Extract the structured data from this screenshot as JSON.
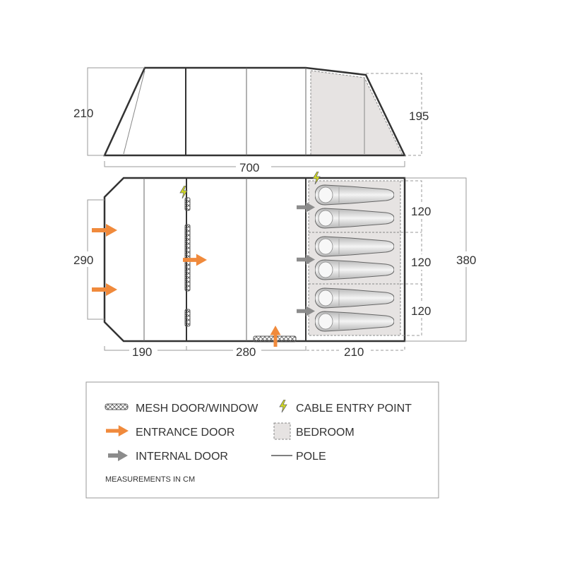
{
  "dimensions": {
    "side_height_left": "210",
    "side_height_right": "195",
    "overall_length": "700",
    "overall_width": "380",
    "living_width": "290",
    "bay_1_length": "190",
    "bay_2_length": "280",
    "bedroom_length": "210",
    "bedroom_1_width": "120",
    "bedroom_2_width": "120",
    "bedroom_3_width": "120"
  },
  "legend": {
    "mesh": "MESH DOOR/WINDOW",
    "cable": "CABLE ENTRY POINT",
    "entrance": "ENTRANCE DOOR",
    "bedroom": "BEDROOM",
    "internal": "INTERNAL DOOR",
    "pole": "POLE",
    "note": "MEASUREMENTS IN CM"
  },
  "colors": {
    "outline": "#333333",
    "dim_line": "#9a9a9a",
    "bedroom_fill": "#e6e3e2",
    "entrance_arrow": "#f08a3c",
    "internal_arrow": "#8c8c8c",
    "cable_bolt": "#d4dc1f",
    "sleeping_bag": "#c9c9c9"
  }
}
